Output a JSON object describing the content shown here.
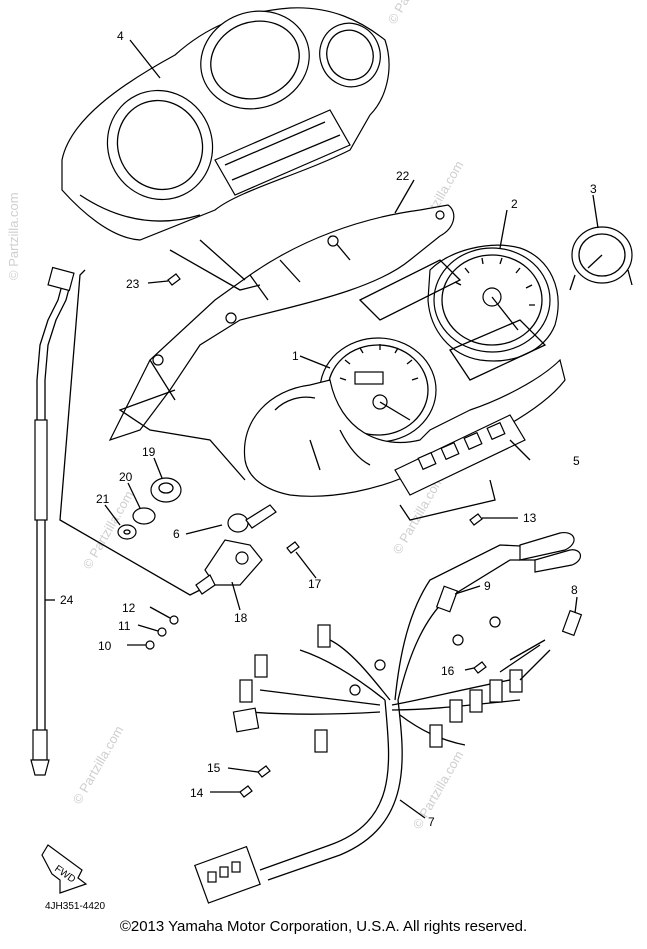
{
  "diagram": {
    "code": "4JH351-4420",
    "fwd_label": "FWD",
    "watermark": "© Partzilla.com",
    "copyright": "©2013  Yamaha Motor Corporation, U.S.A. All rights reserved.",
    "parts": [
      {
        "num": "1"
      },
      {
        "num": "2"
      },
      {
        "num": "3"
      },
      {
        "num": "4"
      },
      {
        "num": "5"
      },
      {
        "num": "6"
      },
      {
        "num": "7"
      },
      {
        "num": "8"
      },
      {
        "num": "9"
      },
      {
        "num": "10"
      },
      {
        "num": "11"
      },
      {
        "num": "12"
      },
      {
        "num": "13"
      },
      {
        "num": "14"
      },
      {
        "num": "15"
      },
      {
        "num": "16"
      },
      {
        "num": "17"
      },
      {
        "num": "18"
      },
      {
        "num": "19"
      },
      {
        "num": "20"
      },
      {
        "num": "21"
      },
      {
        "num": "22"
      },
      {
        "num": "23"
      },
      {
        "num": "24"
      }
    ]
  }
}
